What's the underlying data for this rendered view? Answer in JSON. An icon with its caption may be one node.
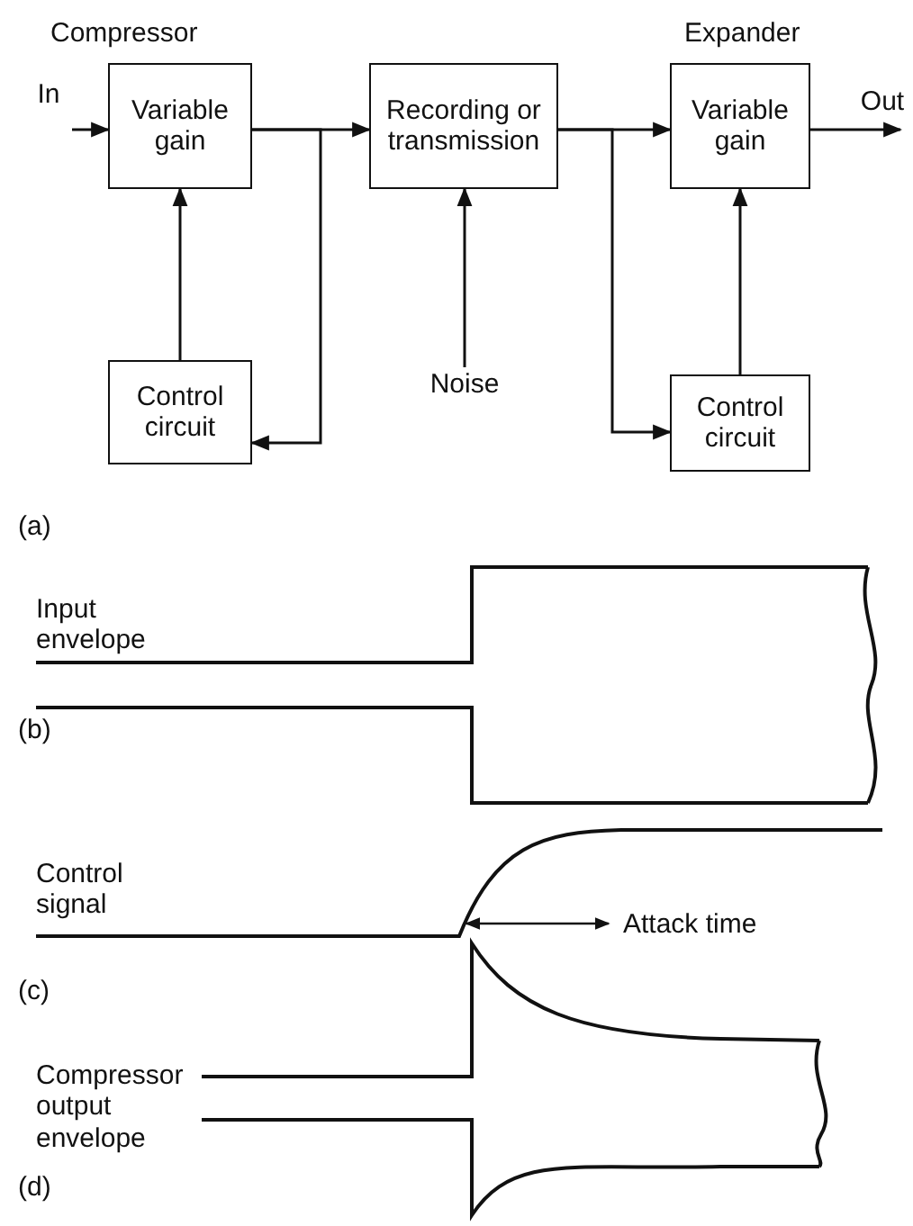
{
  "diagram": {
    "nodes": [
      {
        "text": [
          "Variable gain"
        ],
        "beside": [
          "Compressor"
        ]
      },
      {
        "text": [
          "Control circuit"
        ]
      },
      {
        "text": [
          "Recording or transmission"
        ]
      },
      {
        "text": [
          "Variable gain"
        ],
        "beside": [
          "Expander"
        ]
      },
      {
        "text": [
          "Control circuit"
        ]
      },
      {
        "text": [
          "Noise"
        ]
      },
      {
        "text": [
          "In"
        ]
      },
      {
        "text": [
          "Out"
        ]
      }
    ],
    "edges": [
      {
        "from": 6,
        "to": 0,
        "arrow": "to"
      },
      {
        "from": 0,
        "to": 2,
        "arrow": "to"
      },
      {
        "from": 0,
        "to": 1,
        "arrow": "to"
      },
      {
        "from": 1,
        "to": 0,
        "arrow": "to"
      },
      {
        "from": 5,
        "to": 2,
        "arrow": "to"
      },
      {
        "from": 2,
        "to": 3,
        "arrow": "to"
      },
      {
        "from": 2,
        "to": 4,
        "arrow": "to"
      },
      {
        "from": 4,
        "to": 3,
        "arrow": "to"
      },
      {
        "from": 3,
        "to": 7,
        "arrow": "to"
      }
    ],
    "labels": [
      "(a)",
      "Input envelope",
      "(b)",
      "Control signal",
      "Attack time",
      "(c)",
      "Compressor output envelope",
      "(d)"
    ]
  }
}
